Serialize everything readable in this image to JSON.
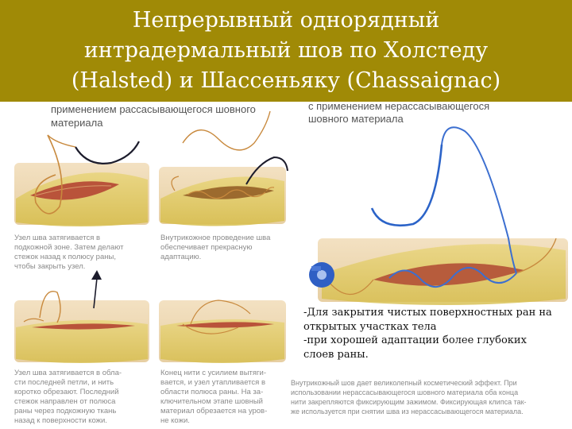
{
  "title": {
    "line1": "Непрерывный однорядный",
    "line2": "интрадермальный шов по Холстеду",
    "line3": "(Halsted) и Шассеньяку (Chassaignac)"
  },
  "left_header": [
    "применением рассасывающегося шовного",
    "материала"
  ],
  "right_header": [
    "с применением нерассасывающегося",
    "шовного материала"
  ],
  "captions": {
    "c1": [
      "Узел шва затягивается в",
      "подкожной зоне. Затем делают",
      "стежок назад к полюсу раны,",
      "чтобы закрыть узел."
    ],
    "c2": [
      "Внутрикожное проведение шва",
      "обеспечивает прекрасную",
      "адаптацию."
    ],
    "c3": [
      "Узел шва затягивается в обла-",
      "сти последней петли, и нить",
      "коротко обрезают. Последний",
      "стежок направлен от полюса",
      "раны через подкожную ткань",
      "назад к поверхности кожи."
    ],
    "c4": [
      "Конец нити с усилием вытяги-",
      "вается, и узел утапливается в",
      "области полюса раны. На за-",
      "ключительном этапе шовный",
      "материал обрезается на уров-",
      "не кожи."
    ],
    "c5": [
      "Внутрикожный шов дает великолепный косметический эффект. При",
      "использовании нерассасывающегося шовного материала оба конца",
      "нити закрепляются фиксирующим зажимом. Фиксирующая клипса так-",
      "же используется при снятии шва из нерассасывающегося материала."
    ]
  },
  "note": [
    "-Для закрытия чистых поверхностных ран на",
    "открытых участках тела",
    "-при хорошей адаптации более глубоких",
    "слоев раны."
  ]
}
